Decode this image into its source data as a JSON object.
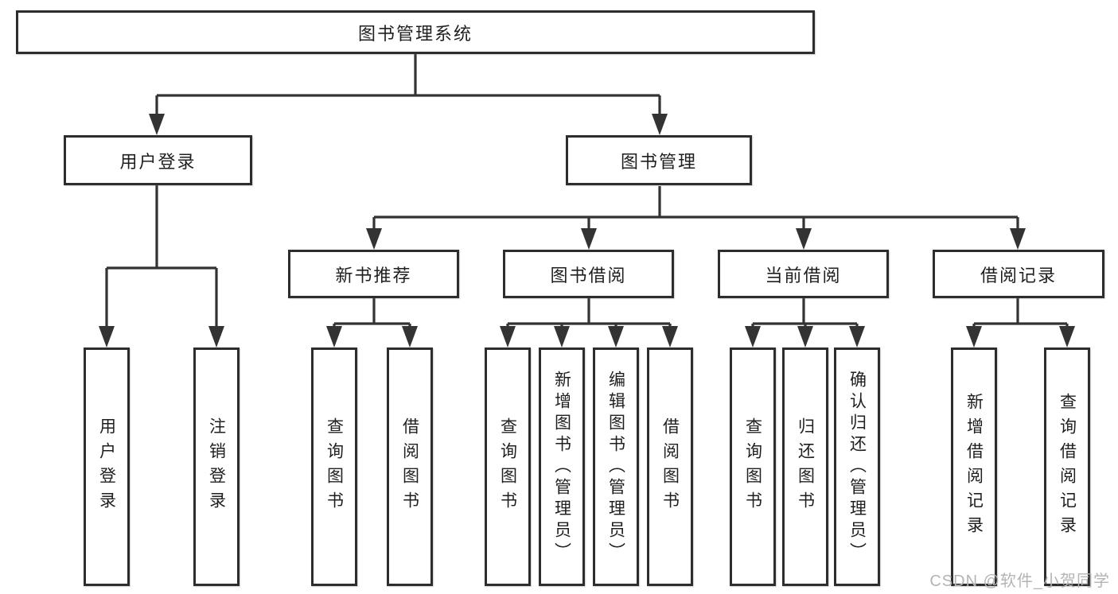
{
  "diagram": {
    "title": "图书管理系统",
    "nodes": {
      "root": {
        "label": "图书管理系统"
      },
      "level2": [
        {
          "label": "用户登录",
          "parent": "图书管理系统"
        },
        {
          "label": "图书管理",
          "parent": "图书管理系统"
        }
      ],
      "level3": [
        {
          "label": "新书推荐",
          "parent": "图书管理"
        },
        {
          "label": "图书借阅",
          "parent": "图书管理"
        },
        {
          "label": "当前借阅",
          "parent": "图书管理"
        },
        {
          "label": "借阅记录",
          "parent": "图书管理"
        }
      ],
      "leaves": [
        {
          "label": "用户登录",
          "parent": "用户登录"
        },
        {
          "label": "注销登录",
          "parent": "用户登录"
        },
        {
          "label": "查询图书",
          "parent": "新书推荐"
        },
        {
          "label": "借阅图书",
          "parent": "新书推荐"
        },
        {
          "label": "查询图书",
          "parent": "图书借阅"
        },
        {
          "label": "新增图书（管理员）",
          "parent": "图书借阅"
        },
        {
          "label": "编辑图书（管理员）",
          "parent": "图书借阅"
        },
        {
          "label": "借阅图书",
          "parent": "图书借阅"
        },
        {
          "label": "查询图书",
          "parent": "当前借阅"
        },
        {
          "label": "归还图书",
          "parent": "当前借阅"
        },
        {
          "label": "确认归还（管理员）",
          "parent": "当前借阅"
        },
        {
          "label": "新增借阅记录",
          "parent": "借阅记录"
        },
        {
          "label": "查询借阅记录",
          "parent": "借阅记录"
        }
      ]
    }
  },
  "watermark": {
    "text": "CSDN @软件_小贺同学"
  },
  "colors": {
    "line": "#333333",
    "box_border": "#2d2d2d",
    "text": "#1f1f1f",
    "watermark": "#b4b4b4",
    "background": "#ffffff"
  }
}
